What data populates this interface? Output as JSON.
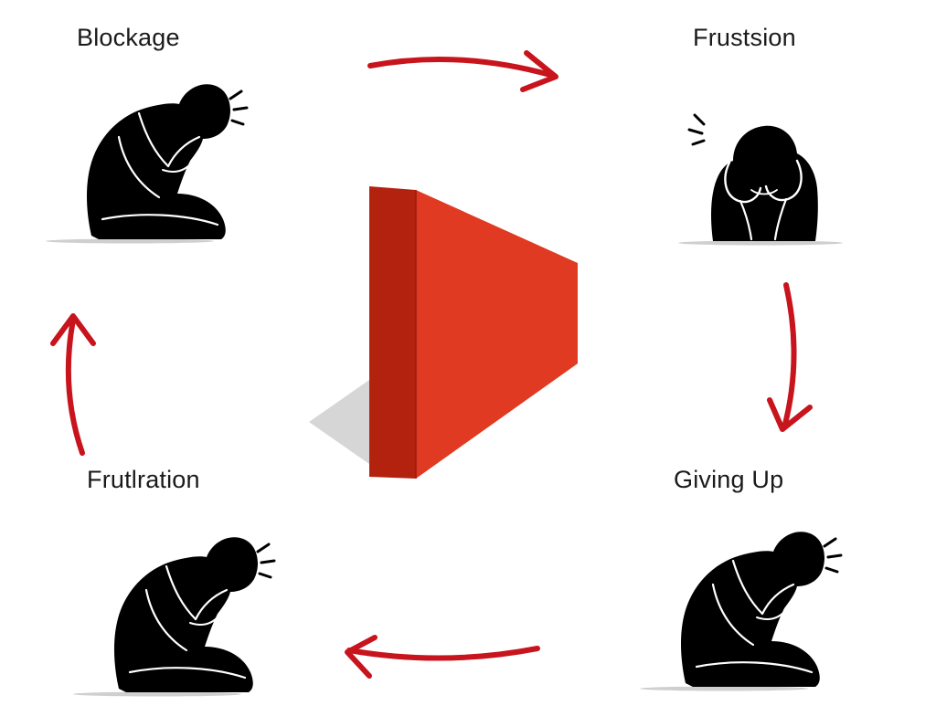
{
  "stages": {
    "top_left": {
      "label": "Blockage"
    },
    "top_right": {
      "label": "Frustsion"
    },
    "bottom_right": {
      "label": "Giving Up"
    },
    "bottom_left": {
      "label": "Frutlration"
    }
  },
  "icons": {
    "figure": "distressed-person-icon",
    "wall": "red-wall-block-icon",
    "arrow": "cycle-arrow-icon"
  },
  "colors": {
    "arrow": "#c8141c",
    "wall_front": "#e03a22",
    "wall_side": "#b3210f",
    "wall_shadow": "#d6d6d6",
    "figure": "#000000",
    "figure_line": "#ffffff",
    "label": "#1a1a1a"
  }
}
